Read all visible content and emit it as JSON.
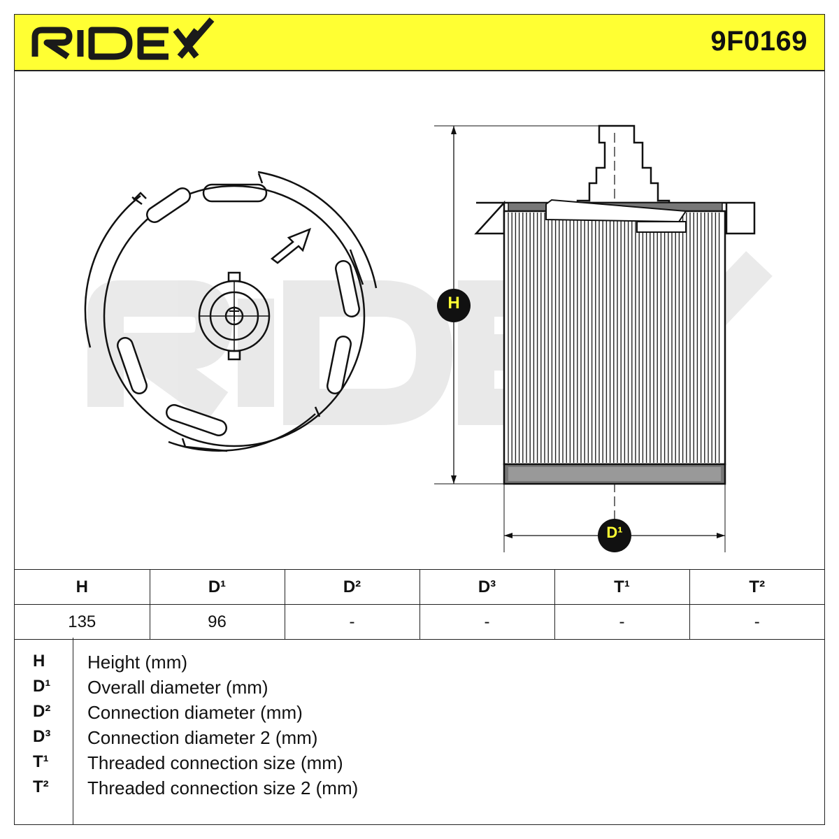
{
  "header": {
    "brand": "RIDEX",
    "brand_color": "#1a1a1a",
    "header_bg": "#ffff33",
    "part_number": "9F0169"
  },
  "drawing": {
    "watermark": "RIDEX",
    "height_marker": "H",
    "diameter_marker": "D¹",
    "marker_bg": "#111111",
    "marker_text_color": "#ffff33"
  },
  "dimensions_table": {
    "headers": [
      "H",
      "D¹",
      "D²",
      "D³",
      "T¹",
      "T²"
    ],
    "values": [
      "135",
      "96",
      "-",
      "-",
      "-",
      "-"
    ]
  },
  "legend": [
    {
      "symbol": "H",
      "description": "Height (mm)"
    },
    {
      "symbol": "D¹",
      "description": "Overall diameter (mm)"
    },
    {
      "symbol": "D²",
      "description": "Connection diameter (mm)"
    },
    {
      "symbol": "D³",
      "description": "Connection diameter 2 (mm)"
    },
    {
      "symbol": "T¹",
      "description": "Threaded connection size (mm)"
    },
    {
      "symbol": "T²",
      "description": "Threaded connection size 2 (mm)"
    }
  ]
}
